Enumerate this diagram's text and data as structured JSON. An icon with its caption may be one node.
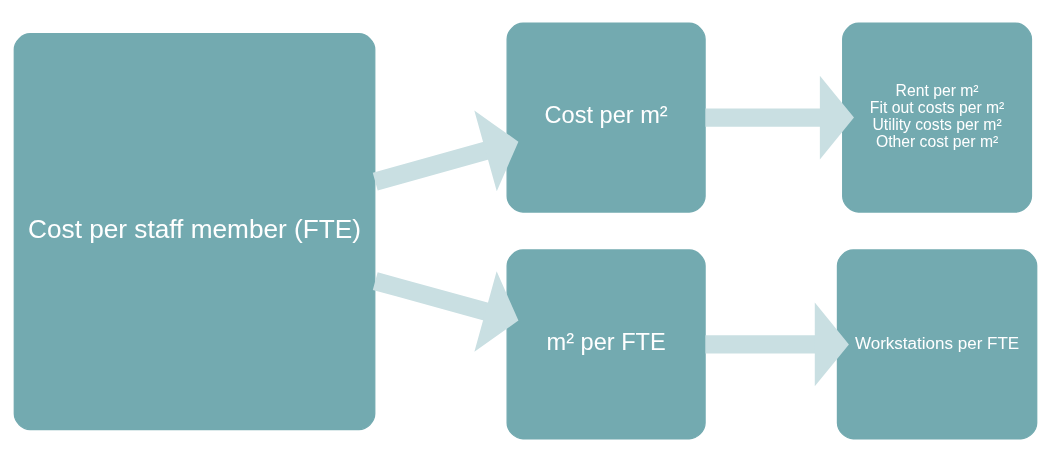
{
  "diagram": {
    "nodes": [
      {
        "text": [
          "Cost per staff member (FTE)"
        ]
      },
      {
        "text": [
          "Cost per m²"
        ]
      },
      {
        "text": [
          "m² per FTE"
        ]
      },
      {
        "text": [
          "Rent per m²",
          "Fit out costs per m²",
          "Utility costs per m²",
          "Other cost per m²"
        ]
      },
      {
        "text": [
          "Workstations per FTE"
        ]
      }
    ],
    "edges": [
      {
        "from": 0,
        "to": 1,
        "arrow": "to"
      },
      {
        "from": 0,
        "to": 2,
        "arrow": "to"
      },
      {
        "from": 1,
        "to": 3,
        "arrow": "to"
      },
      {
        "from": 2,
        "to": 4,
        "arrow": "to"
      }
    ]
  }
}
